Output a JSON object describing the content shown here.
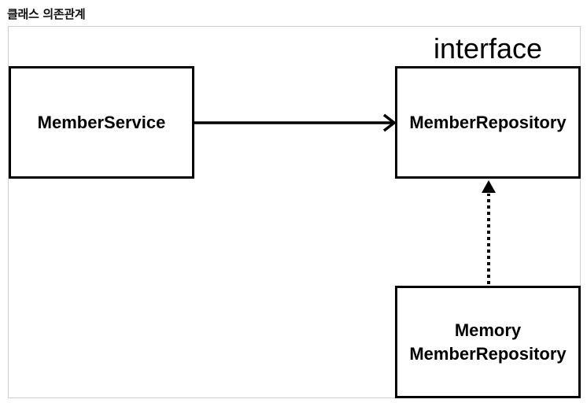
{
  "title": "클래스 의존관계",
  "diagram": {
    "stereotype": "interface",
    "nodes": {
      "member_service": "MemberService",
      "member_repository": "MemberRepository",
      "memory_repository_line1": "Memory",
      "memory_repository_line2": "MemberRepository"
    },
    "edges": [
      {
        "from": "MemberService",
        "to": "MemberRepository",
        "style": "solid",
        "head": "open-arrow"
      },
      {
        "from": "MemoryMemberRepository",
        "to": "MemberRepository",
        "style": "dotted",
        "head": "filled-arrow"
      }
    ]
  }
}
